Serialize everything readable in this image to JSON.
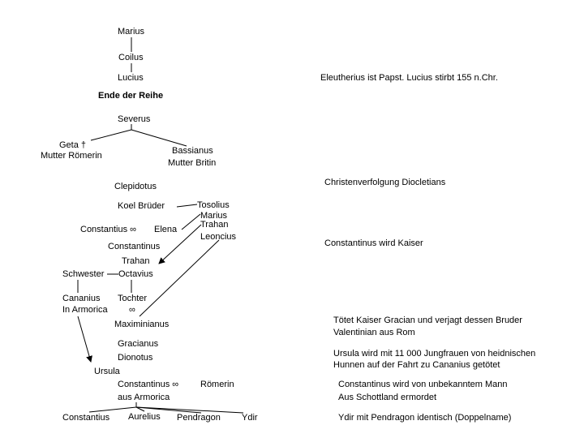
{
  "tree": {
    "marius": "Marius",
    "coilus": "Coilus",
    "lucius": "Lucius",
    "ende": "Ende der Reihe",
    "severus": "Severus",
    "geta": "Geta †",
    "geta_mother": "Mutter Römerin",
    "bassianus": "Bassianus",
    "bassianus_mother": "Mutter Britin",
    "clepidotus": "Clepidotus",
    "koel_brueder": "Koel   Brüder",
    "tosolius": "Tosolius",
    "marius2": "Marius",
    "trahan": "Trahan",
    "leoncius": "Leoncius",
    "constantius_elena": "Constantius  ∞",
    "elena": "Elena",
    "constantinus": "Constantinus",
    "trahan2": "Trahan",
    "schwester": "Schwester",
    "octavius": "Octavius",
    "cananius": "Cananius",
    "in_armorica": "In Armorica",
    "tochter": "Tochter",
    "marriage_symbol": "∞",
    "maximinianus": "Maximinianus",
    "gracianus": "Gracianus",
    "dionotus": "Dionotus",
    "ursula": "Ursula",
    "constantinus2": "Constantinus  ∞",
    "roemerin": "Römerin",
    "aus_armorica": "aus Armorica",
    "constantius": "Constantius",
    "aurelius": "Aurelius",
    "pendragon": "Pendragon",
    "ydir": "Ydir"
  },
  "notes": {
    "eleutherius": "Eleutherius ist Papst. Lucius stirbt 155 n.Chr.",
    "christenverfolgung": "Christenverfolgung Diocletians",
    "kaiser": "Constantinus wird Kaiser",
    "gracian_1": "Tötet Kaiser Gracian und verjagt dessen Bruder",
    "gracian_2": "Valentinian aus Rom",
    "ursula_1": "Ursula wird mit 11 000 Jungfrauen von heidnischen",
    "ursula_2": "Hunnen auf der Fahrt zu Cananius getötet",
    "ermordet_1": "Constantinus wird von unbekanntem Mann",
    "ermordet_2": "Aus Schottland ermordet",
    "ydir": "Ydir mit Pendragon identisch (Doppelname)"
  }
}
